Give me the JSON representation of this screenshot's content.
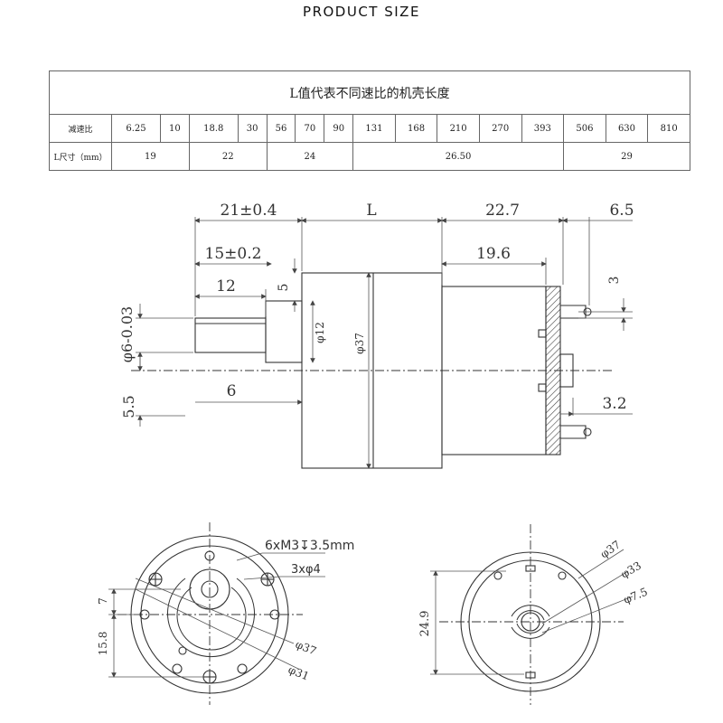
{
  "heading": "PRODUCT SIZE",
  "table": {
    "title": "L值代表不同速比的机壳长度",
    "ratio_label": "减速比",
    "ratios": [
      "6.25",
      "10",
      "18.8",
      "30",
      "56",
      "70",
      "90",
      "131",
      "168",
      "210",
      "270",
      "393",
      "506",
      "630",
      "810"
    ],
    "length_label": "L尺寸（mm）",
    "lengths": [
      {
        "value": "19",
        "span": 2
      },
      {
        "value": "22",
        "span": 2
      },
      {
        "value": "24",
        "span": 3
      },
      {
        "value": "26.50",
        "span": 5
      },
      {
        "value": "29",
        "span": 3
      }
    ]
  },
  "side_view": {
    "dim_21": "21±0.4",
    "dim_L": "L",
    "dim_22_7": "22.7",
    "dim_6_5": "6.5",
    "dim_15": "15±0.2",
    "dim_19_6": "19.6",
    "dim_12": "12",
    "dim_5": "5",
    "dim_3": "3",
    "dim_phi6": "φ6-0.03",
    "dim_phi12": "φ12",
    "dim_phi37": "φ37",
    "dim_5_5": "5.5",
    "dim_6": "6",
    "dim_3_2": "3.2"
  },
  "front_view": {
    "dim_screws": "6xM3↧3.5mm",
    "dim_holes": "3xφ4",
    "dim_7": "7",
    "dim_15_8": "15.8",
    "dim_phi37": "φ37",
    "dim_phi31": "φ31"
  },
  "rear_view": {
    "dim_phi37": "φ37",
    "dim_phi33": "φ33",
    "dim_phi7_5": "φ7.5",
    "dim_24_9": "24.9"
  }
}
